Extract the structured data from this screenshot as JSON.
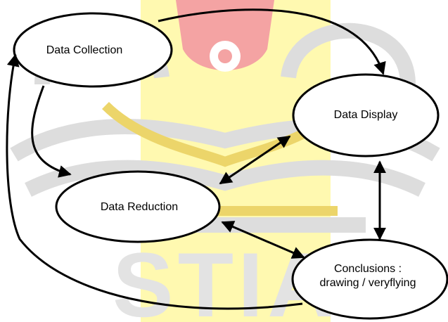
{
  "diagram": {
    "nodes": [
      {
        "id": "collection",
        "label": "Data Collection"
      },
      {
        "id": "display",
        "label": "Data Display"
      },
      {
        "id": "reduction",
        "label": "Data Reduction"
      },
      {
        "id": "conclusions",
        "label": "Conclusions :\ndrawing / veryflying"
      }
    ],
    "edges": [
      {
        "from": "collection",
        "to": "display",
        "direction": "one-way"
      },
      {
        "from": "collection",
        "to": "reduction",
        "direction": "one-way"
      },
      {
        "from": "display",
        "to": "reduction",
        "direction": "two-way"
      },
      {
        "from": "display",
        "to": "conclusions",
        "direction": "two-way"
      },
      {
        "from": "reduction",
        "to": "conclusions",
        "direction": "two-way"
      },
      {
        "from": "conclusions",
        "to": "collection",
        "direction": "one-way"
      }
    ]
  },
  "watermark": {
    "text": "STIA",
    "colors": {
      "gray": "#dcdcdc",
      "yellow": "#fff79a",
      "red": "#f28a8a"
    }
  }
}
